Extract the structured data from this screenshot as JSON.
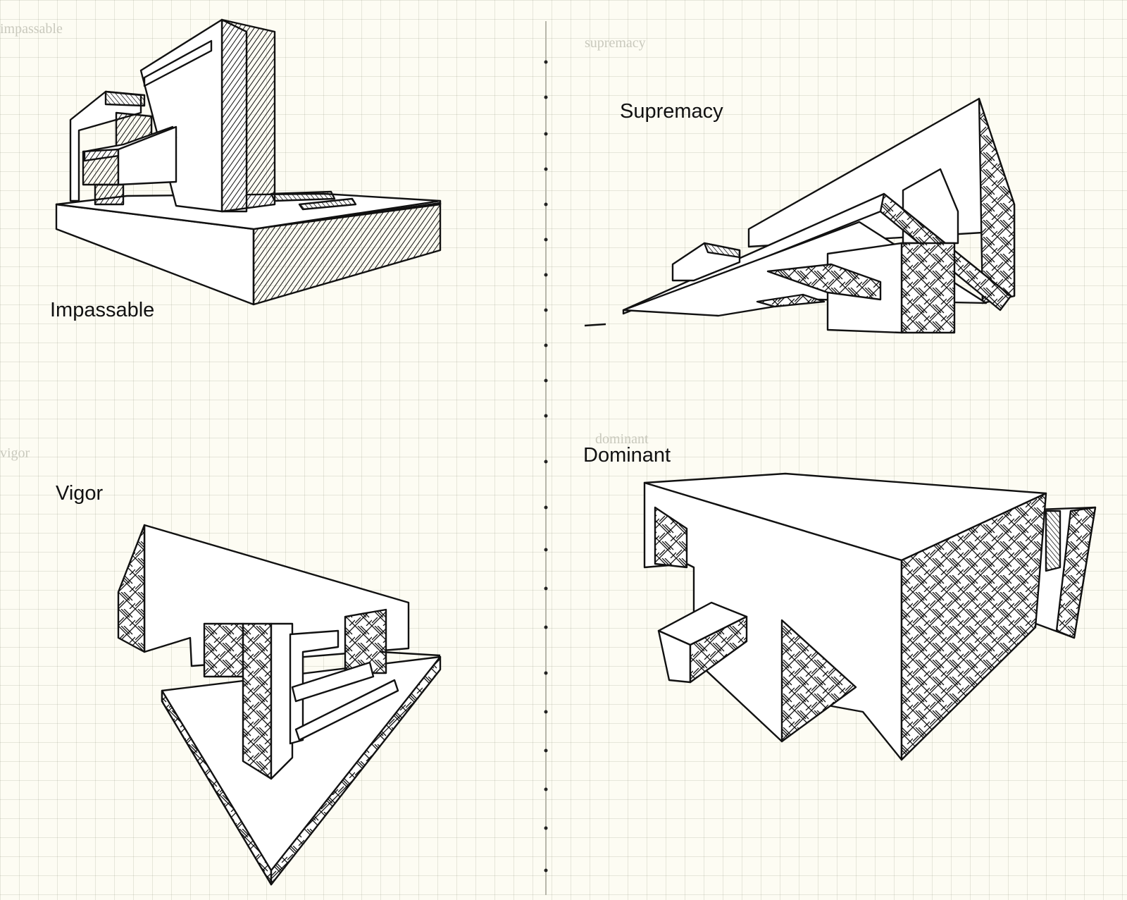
{
  "sketches": [
    {
      "id": "impassable",
      "label": "Impassable",
      "pencil_note": "impassable"
    },
    {
      "id": "supremacy",
      "label": "Supremacy",
      "pencil_note": "supremacy"
    },
    {
      "id": "vigor",
      "label": "Vigor",
      "pencil_note": "vigor"
    },
    {
      "id": "dominant",
      "label": "Dominant",
      "pencil_note": "dominant"
    }
  ],
  "colors": {
    "paper": "#fdfcf3",
    "grid": "#d9d8cc",
    "ink": "#111111",
    "pencil": "#c9c9bd"
  }
}
